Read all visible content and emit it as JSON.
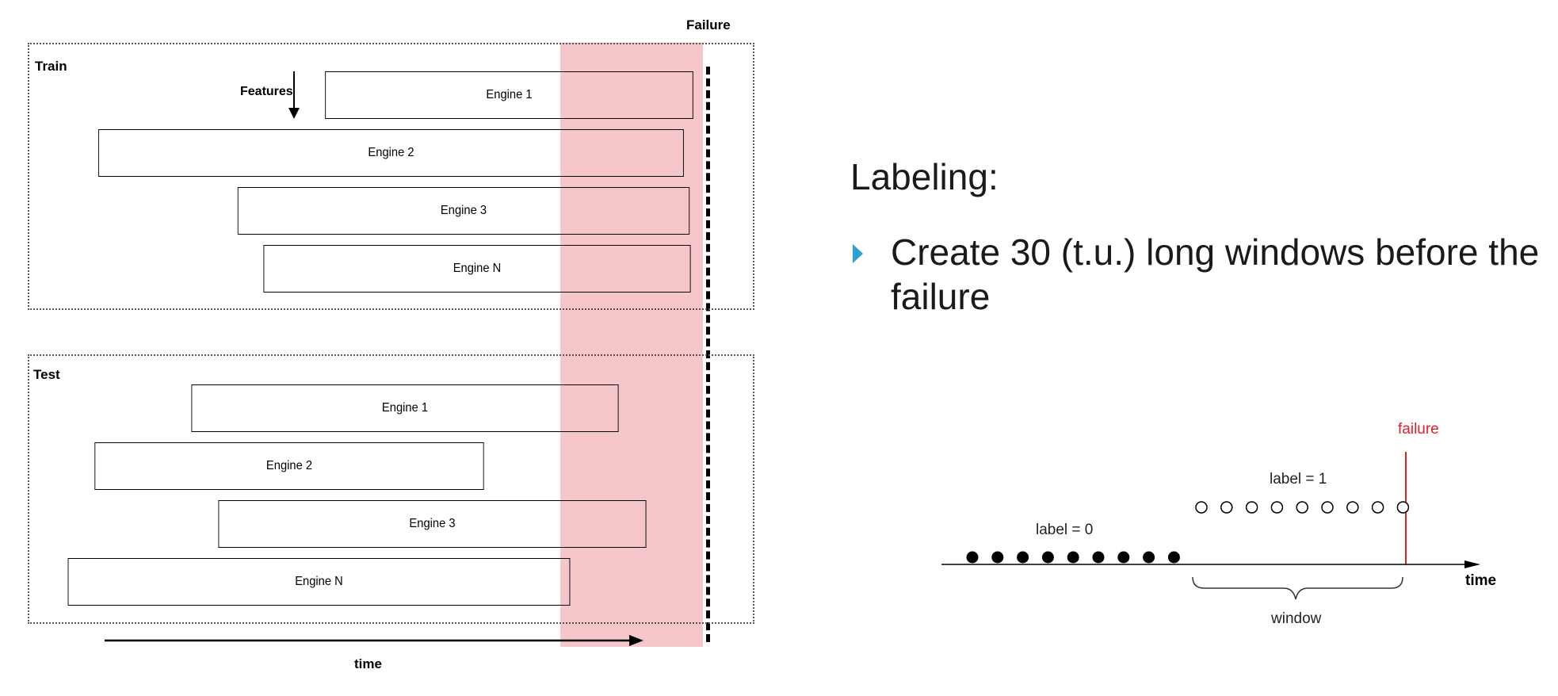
{
  "left_diagram": {
    "failure_label": "Failure",
    "train_label": "Train",
    "test_label": "Test",
    "features_label": "Features",
    "time_label": "time",
    "train_engines": [
      "Engine 1",
      "Engine 2",
      "Engine 3",
      "Engine N"
    ],
    "test_engines": [
      "Engine 1",
      "Engine 2",
      "Engine 3",
      "Engine N"
    ],
    "highlight_color": "#f5c6ca"
  },
  "right_panel": {
    "heading": "Labeling:",
    "bullet": "Create 30 (t.u.) long windows before the failure",
    "bullet_color": "#2a9fd8"
  },
  "label_diagram": {
    "failure_label": "failure",
    "failure_color": "#e0202a",
    "label0": "label = 0",
    "label1": "label = 1",
    "window_label": "window",
    "time_label": "time",
    "filled_points": 9,
    "open_points": 9
  }
}
